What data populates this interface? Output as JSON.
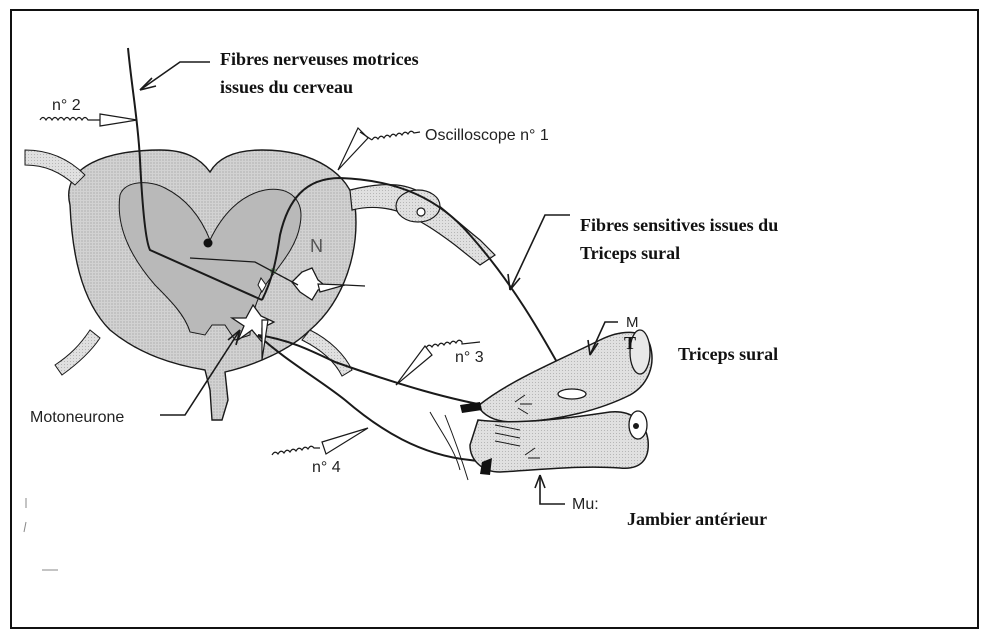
{
  "labels": {
    "motor_fibers_line1": "Fibres nerveuses motrices",
    "motor_fibers_line2": "issues du cerveau",
    "sensory_fibers_line1": "Fibres sensitives issues du",
    "sensory_fibers_line2": "Triceps sural",
    "triceps_sural": "Triceps sural",
    "jambier_anterieur": "Jambier antérieur",
    "motoneurone": "Motoneurone",
    "oscilloscope_1": "Oscilloscope n° 1",
    "probe_2": "n° 2",
    "probe_3": "n° 3",
    "probe_4": "n° 4",
    "stub_m": "M",
    "stub_t": "T",
    "stub_mus": "Mu:",
    "stub_n": "N"
  },
  "colors": {
    "ink": "#1a1a1a",
    "gray_matter": "#c8c8c8",
    "white_matter": "#dcdcdc",
    "muscle": "#d4d4d4"
  }
}
